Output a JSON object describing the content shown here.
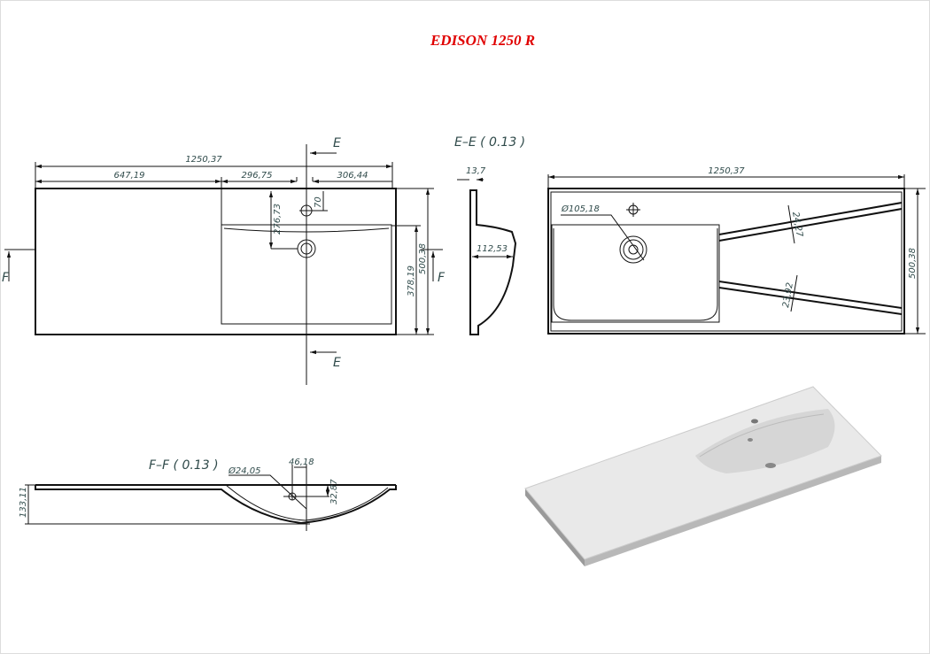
{
  "title": "EDISON 1250 R",
  "plan_view": {
    "overall_width": "1250,37",
    "left_width": "647,19",
    "basin_to_tap": "296,75",
    "tap_to_right": "306,44",
    "tap_to_drain": "276,73",
    "tap_offset": "70",
    "basin_depth": "378,19",
    "overall_depth": "500,38",
    "section_e_label": "E",
    "section_f_label": "F"
  },
  "section_ee": {
    "label": "E–E ( 0.13 )",
    "dim_top": "13,7",
    "dim_mid": "112,53"
  },
  "bottom_view": {
    "overall_width": "1250,37",
    "overall_depth": "500,38",
    "drain_diameter": "Ø105,18",
    "rail_1": "24,27",
    "rail_2": "23,92"
  },
  "section_ff": {
    "label": "F–F ( 0.13 )",
    "overflow_diameter": "Ø24,05",
    "dim_horizontal": "46,18",
    "dim_vertical": "32,87",
    "height": "133,11"
  }
}
